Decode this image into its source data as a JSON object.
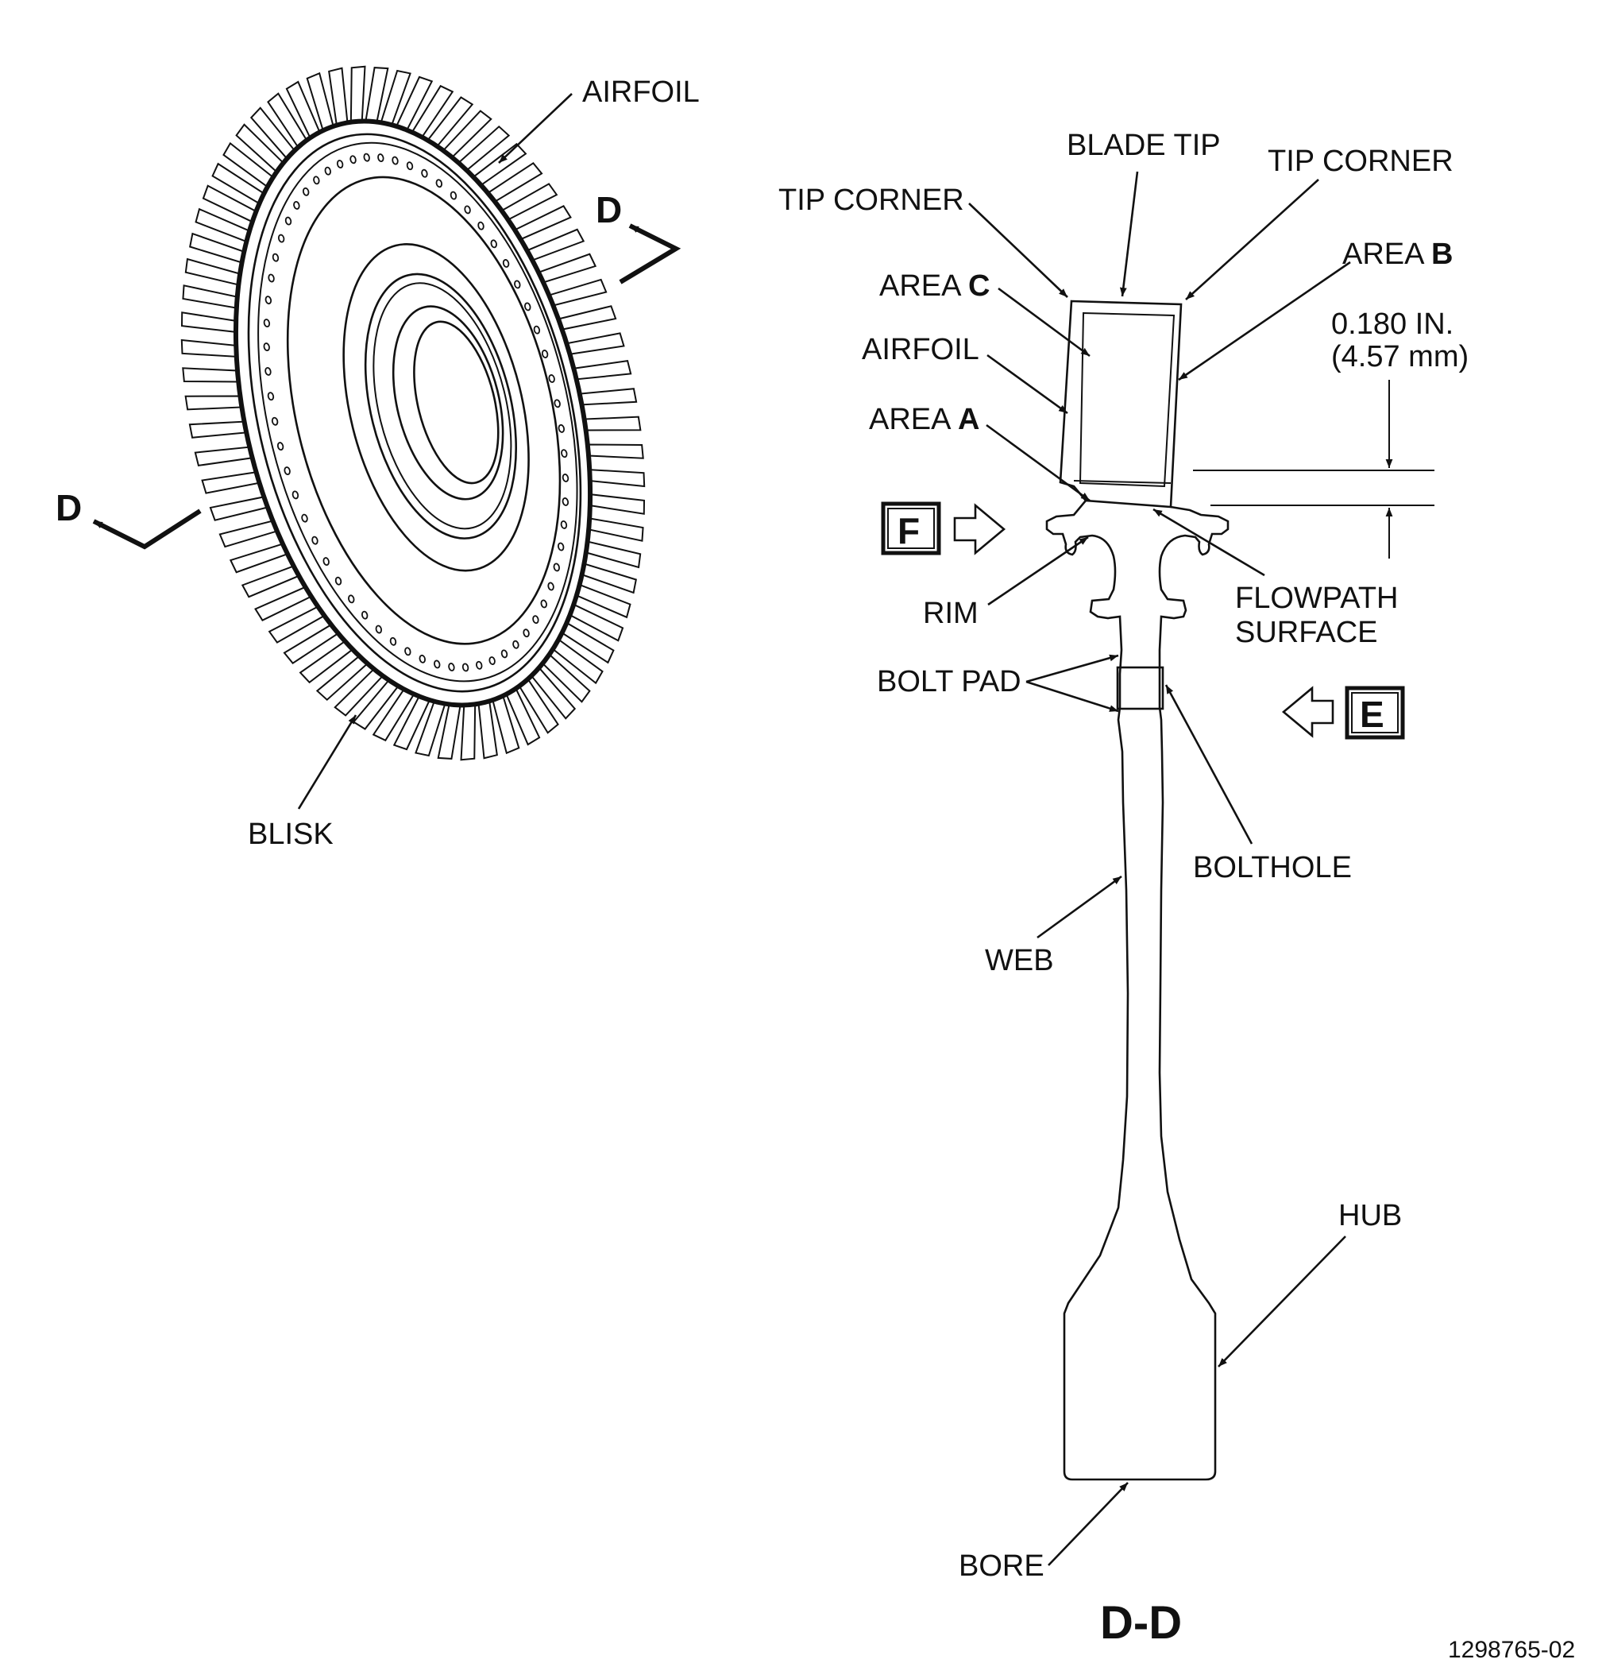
{
  "diagram": {
    "colors": {
      "line": "#111111",
      "background": "#ffffff"
    },
    "blisk_view": {
      "labels": {
        "airfoil": "AIRFOIL",
        "blisk": "BLISK"
      },
      "section_markers": {
        "upper": "D",
        "lower": "D"
      }
    },
    "section_view": {
      "title": "D-D",
      "labels": {
        "blade_tip": "BLADE TIP",
        "tip_corner_left": "TIP CORNER",
        "tip_corner_right": "TIP CORNER",
        "area_c_prefix": "AREA",
        "area_c_letter": "C",
        "area_b_prefix": "AREA",
        "area_b_letter": "B",
        "area_a_prefix": "AREA",
        "area_a_letter": "A",
        "airfoil": "AIRFOIL",
        "rim": "RIM",
        "flowpath_line1": "FLOWPATH",
        "flowpath_line2": "SURFACE",
        "bolt_pad": "BOLT PAD",
        "bolthole": "BOLTHOLE",
        "web": "WEB",
        "hub": "HUB",
        "bore": "BORE"
      },
      "dimension": {
        "inches": "0.180 IN.",
        "mm": "(4.57 mm)"
      },
      "views": {
        "forward": "F",
        "aft": "E"
      }
    },
    "drawing_number": "1298765-02"
  }
}
